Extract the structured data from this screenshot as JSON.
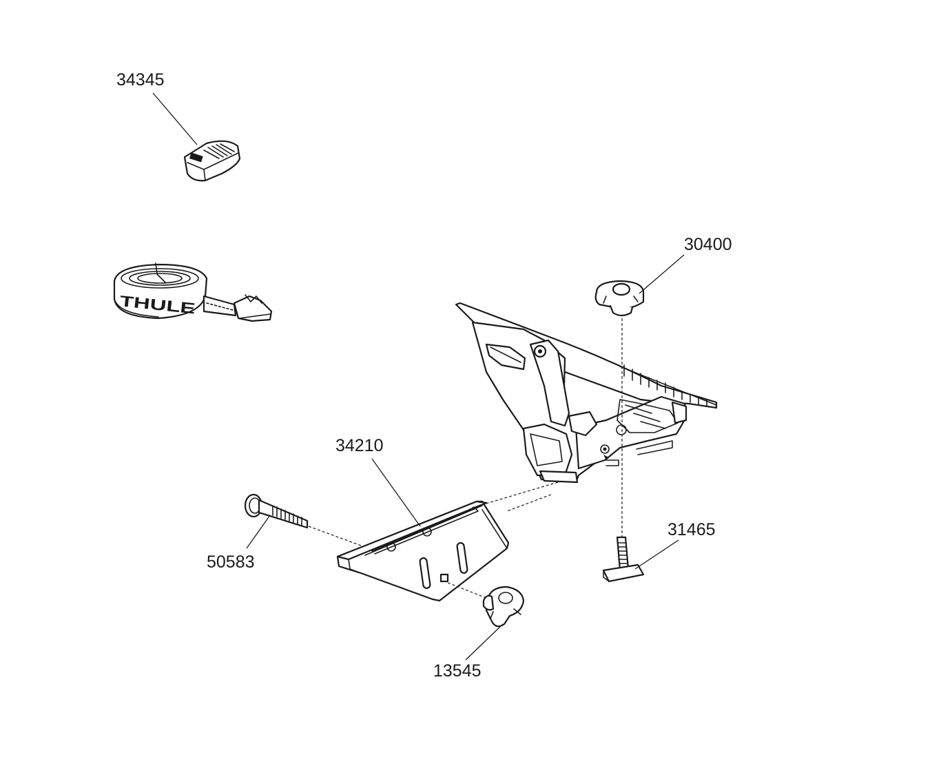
{
  "parts": [
    {
      "id": "34345",
      "label": "34345",
      "name": "strap-buckle-cover"
    },
    {
      "id": "30400",
      "label": "30400",
      "name": "top-knob"
    },
    {
      "id": "34210",
      "label": "34210",
      "name": "bracket-plate"
    },
    {
      "id": "50583",
      "label": "50583",
      "name": "bolt"
    },
    {
      "id": "31465",
      "label": "31465",
      "name": "t-bolt"
    },
    {
      "id": "13545",
      "label": "13545",
      "name": "side-knob"
    }
  ],
  "strap": {
    "print": "THULE"
  }
}
